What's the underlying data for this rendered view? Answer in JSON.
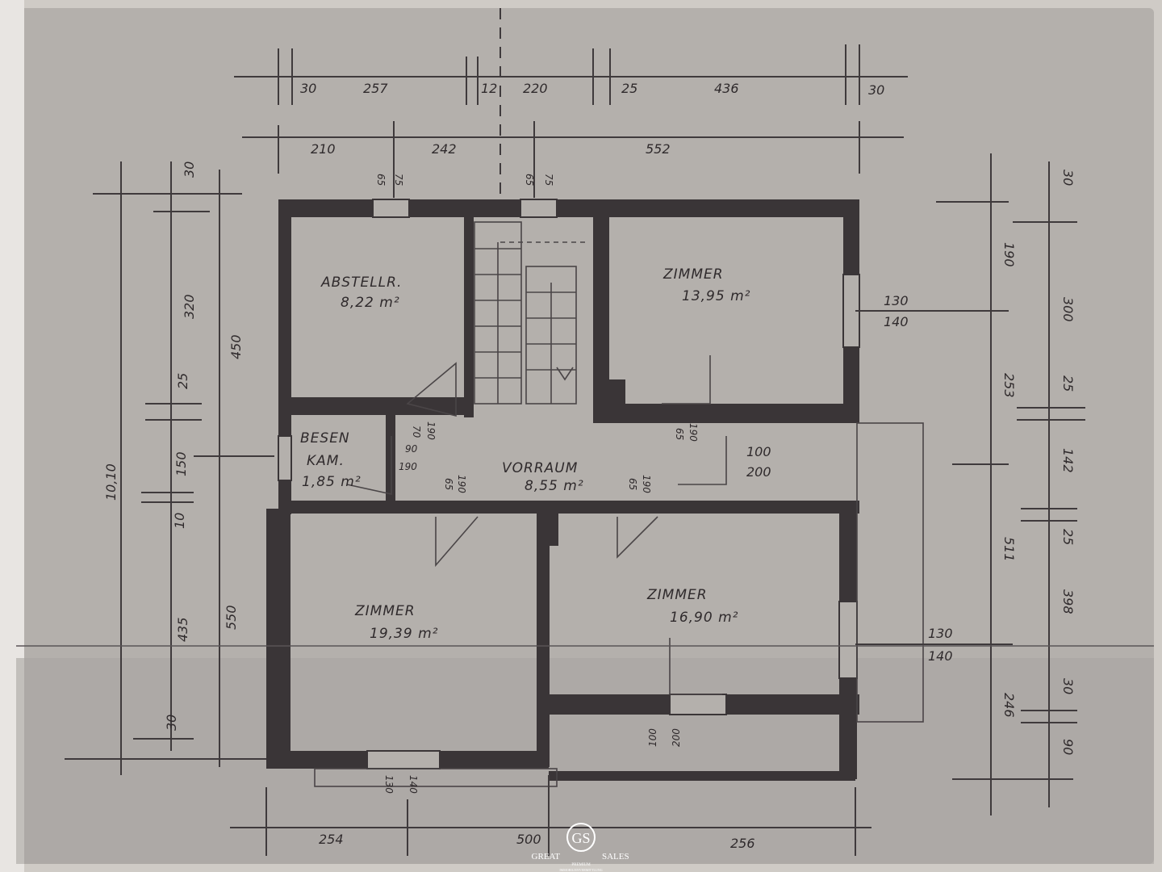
{
  "rooms": {
    "abstell": {
      "name": "ABSTELLR.",
      "area": "8,22 m²"
    },
    "zimmer_ne": {
      "name": "ZIMMER",
      "area": "13,95 m²"
    },
    "besen": {
      "name_line1": "BESEN",
      "name_line2": "KAM.",
      "area": "1,85 m²"
    },
    "vorraum": {
      "name": "VORRAUM",
      "area": "8,55 m²"
    },
    "zimmer_sw": {
      "name": "ZIMMER",
      "area": "19,39 m²"
    },
    "zimmer_se": {
      "name": "ZIMMER",
      "area": "16,90 m²"
    }
  },
  "dims_top_row1": [
    "30",
    "257",
    "12",
    "220",
    "25",
    "436",
    "30"
  ],
  "dims_top_row2": [
    "210",
    "242",
    "552"
  ],
  "dims_top_openings": [
    "65",
    "75",
    "65",
    "75"
  ],
  "dims_left": {
    "outer": "10,10",
    "col1": [
      "30",
      "320",
      "25",
      "150",
      "10",
      "435",
      "30"
    ],
    "col2": [
      "450",
      "550"
    ]
  },
  "dims_right": {
    "col1": [
      "190",
      "253",
      "511",
      "246"
    ],
    "col2": [
      "30",
      "300",
      "25",
      "142",
      "25",
      "398",
      "30",
      "90"
    ]
  },
  "dims_bottom": [
    "254",
    "500",
    "256"
  ],
  "window_labels": {
    "ne": [
      "130",
      "140"
    ],
    "se": [
      "130",
      "140"
    ],
    "door_e": [
      "100",
      "200"
    ],
    "bottom_left": [
      "130",
      "140"
    ],
    "bottom_right": [
      "100",
      "200"
    ]
  },
  "door_labels": {
    "besen": [
      "90",
      "190"
    ],
    "abstell": [
      "70",
      "190"
    ],
    "zimmer_ne": [
      "65",
      "190"
    ],
    "zimmer_sw": [
      "65",
      "190"
    ],
    "zimmer_se": [
      "65",
      "190"
    ]
  },
  "watermark": {
    "logo": "GS",
    "brand_left": "GREAT",
    "brand_right": "SALES",
    "tagline": "PREMIUM",
    "sub": "IMMOBILIENVERMITTLUNG"
  }
}
